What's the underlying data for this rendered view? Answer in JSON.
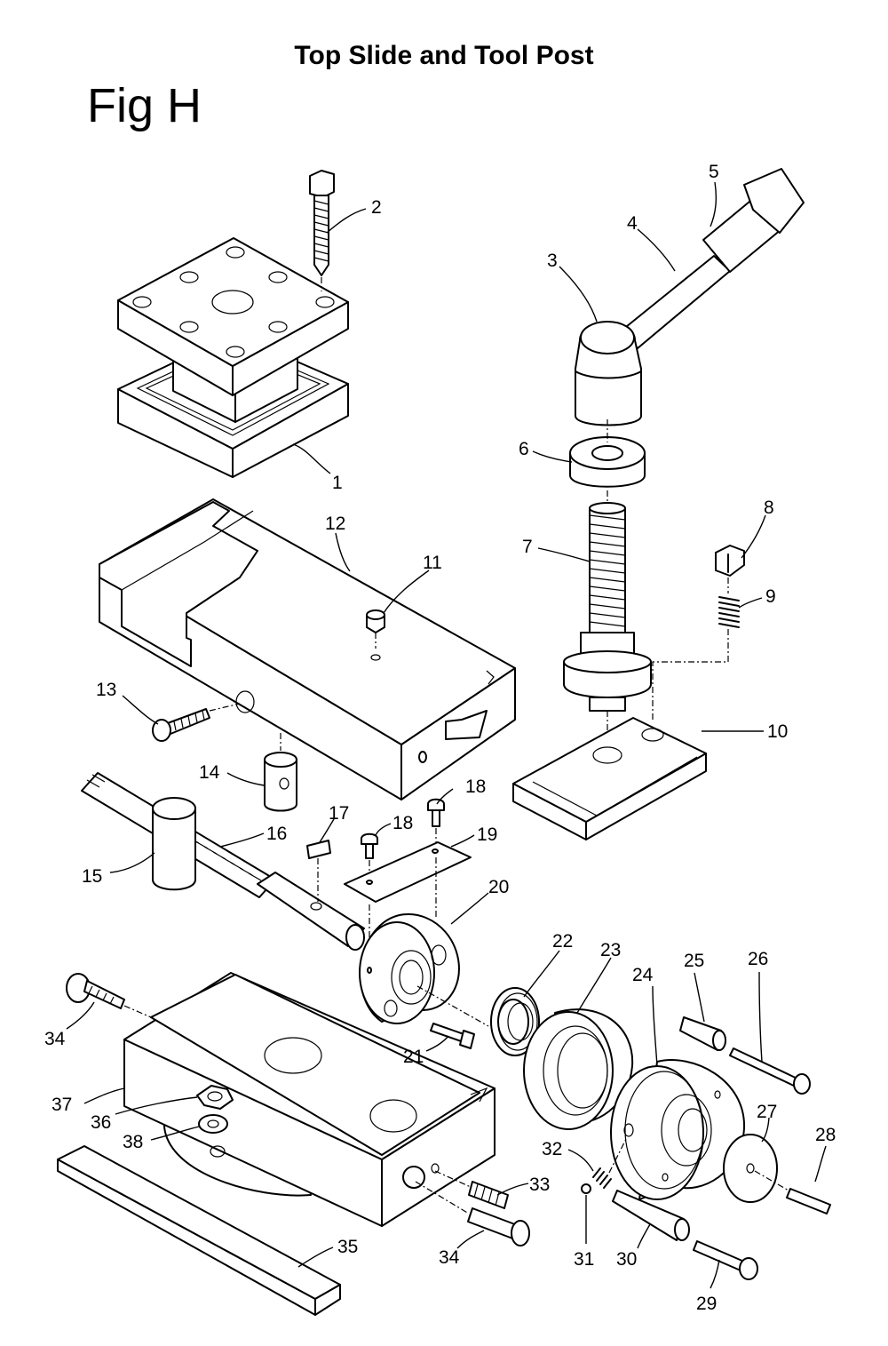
{
  "header": {
    "title": "Top Slide and Tool Post",
    "figure_label": "Fig H"
  },
  "callouts": {
    "n1": "1",
    "n2": "2",
    "n3": "3",
    "n4": "4",
    "n5": "5",
    "n6": "6",
    "n7": "7",
    "n8": "8",
    "n9": "9",
    "n10": "10",
    "n11": "11",
    "n12": "12",
    "n13": "13",
    "n14": "14",
    "n15": "15",
    "n16": "16",
    "n17": "17",
    "n18a": "18",
    "n18b": "18",
    "n19": "19",
    "n20": "20",
    "n21": "21",
    "n22": "22",
    "n23": "23",
    "n24": "24",
    "n25": "25",
    "n26": "26",
    "n27": "27",
    "n28": "28",
    "n29": "29",
    "n30": "30",
    "n31": "31",
    "n32": "32",
    "n33": "33",
    "n34a": "34",
    "n34b": "34",
    "n35": "35",
    "n36": "36",
    "n37": "37",
    "n38": "38"
  }
}
